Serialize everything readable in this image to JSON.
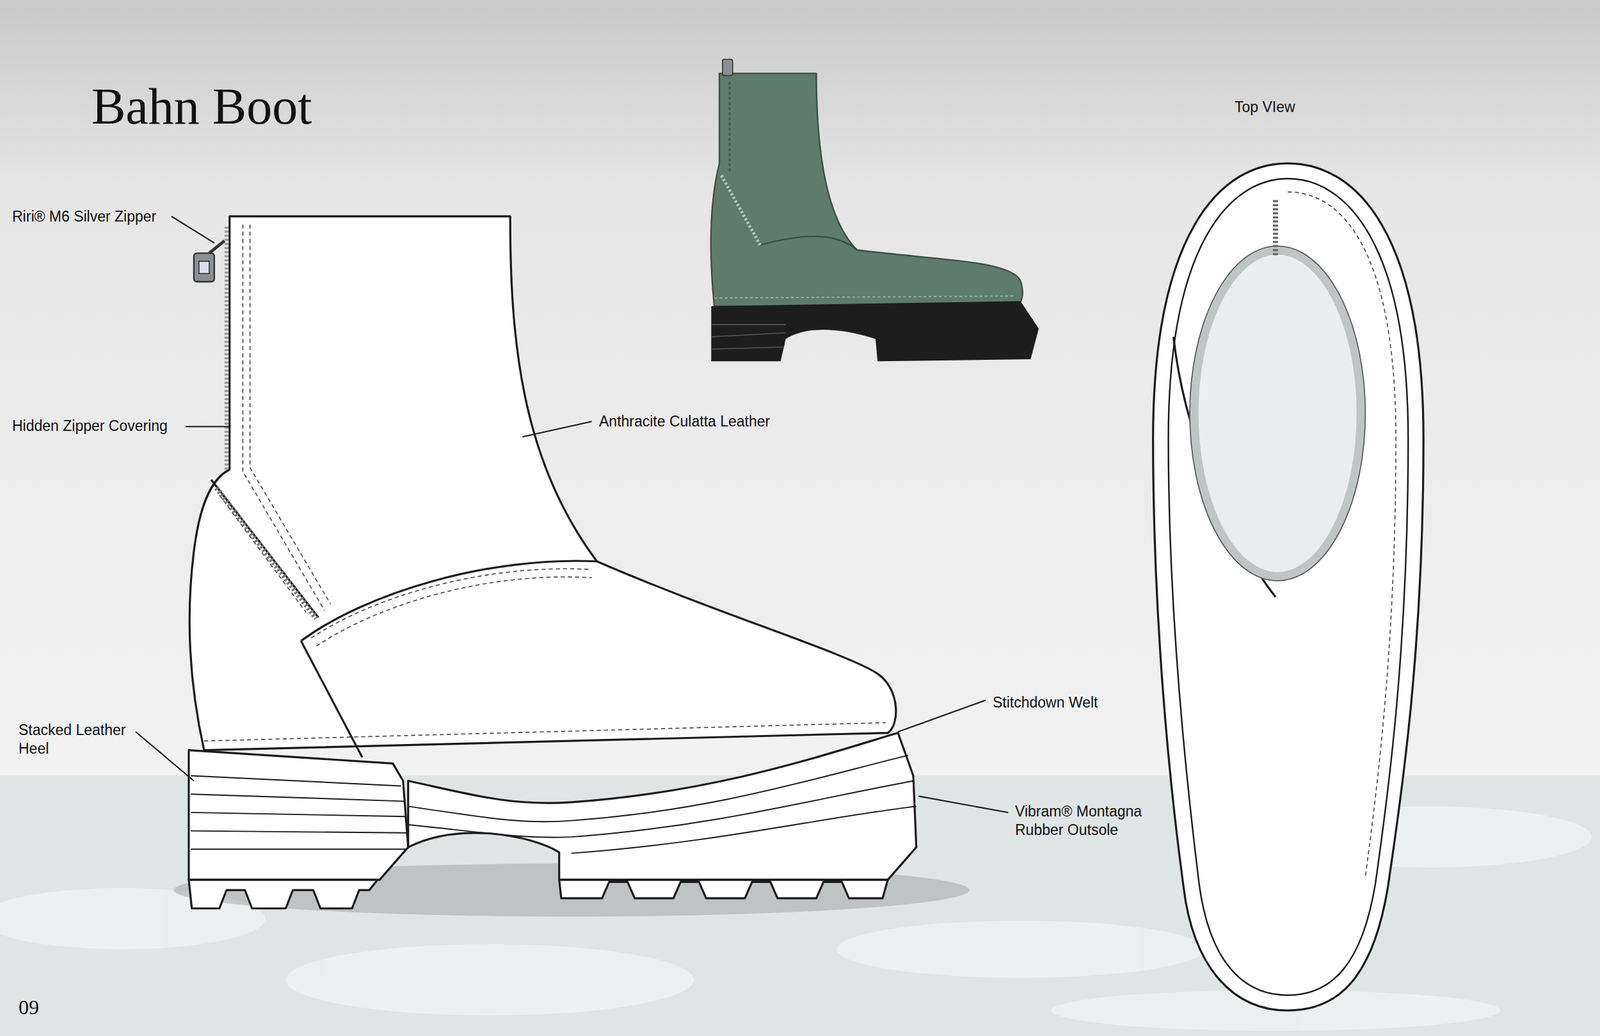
{
  "diagram": {
    "title": "Bahn Boot",
    "labels": [
      "Riri® M6 Silver Zipper",
      "Hidden Zipper Covering",
      "Anthracite Culatta Leather",
      "Stacked Leather Heel",
      "Stitchdown Welt",
      "Vibram® Montagna Rubber Outsole",
      "Top VIew",
      "09"
    ]
  }
}
